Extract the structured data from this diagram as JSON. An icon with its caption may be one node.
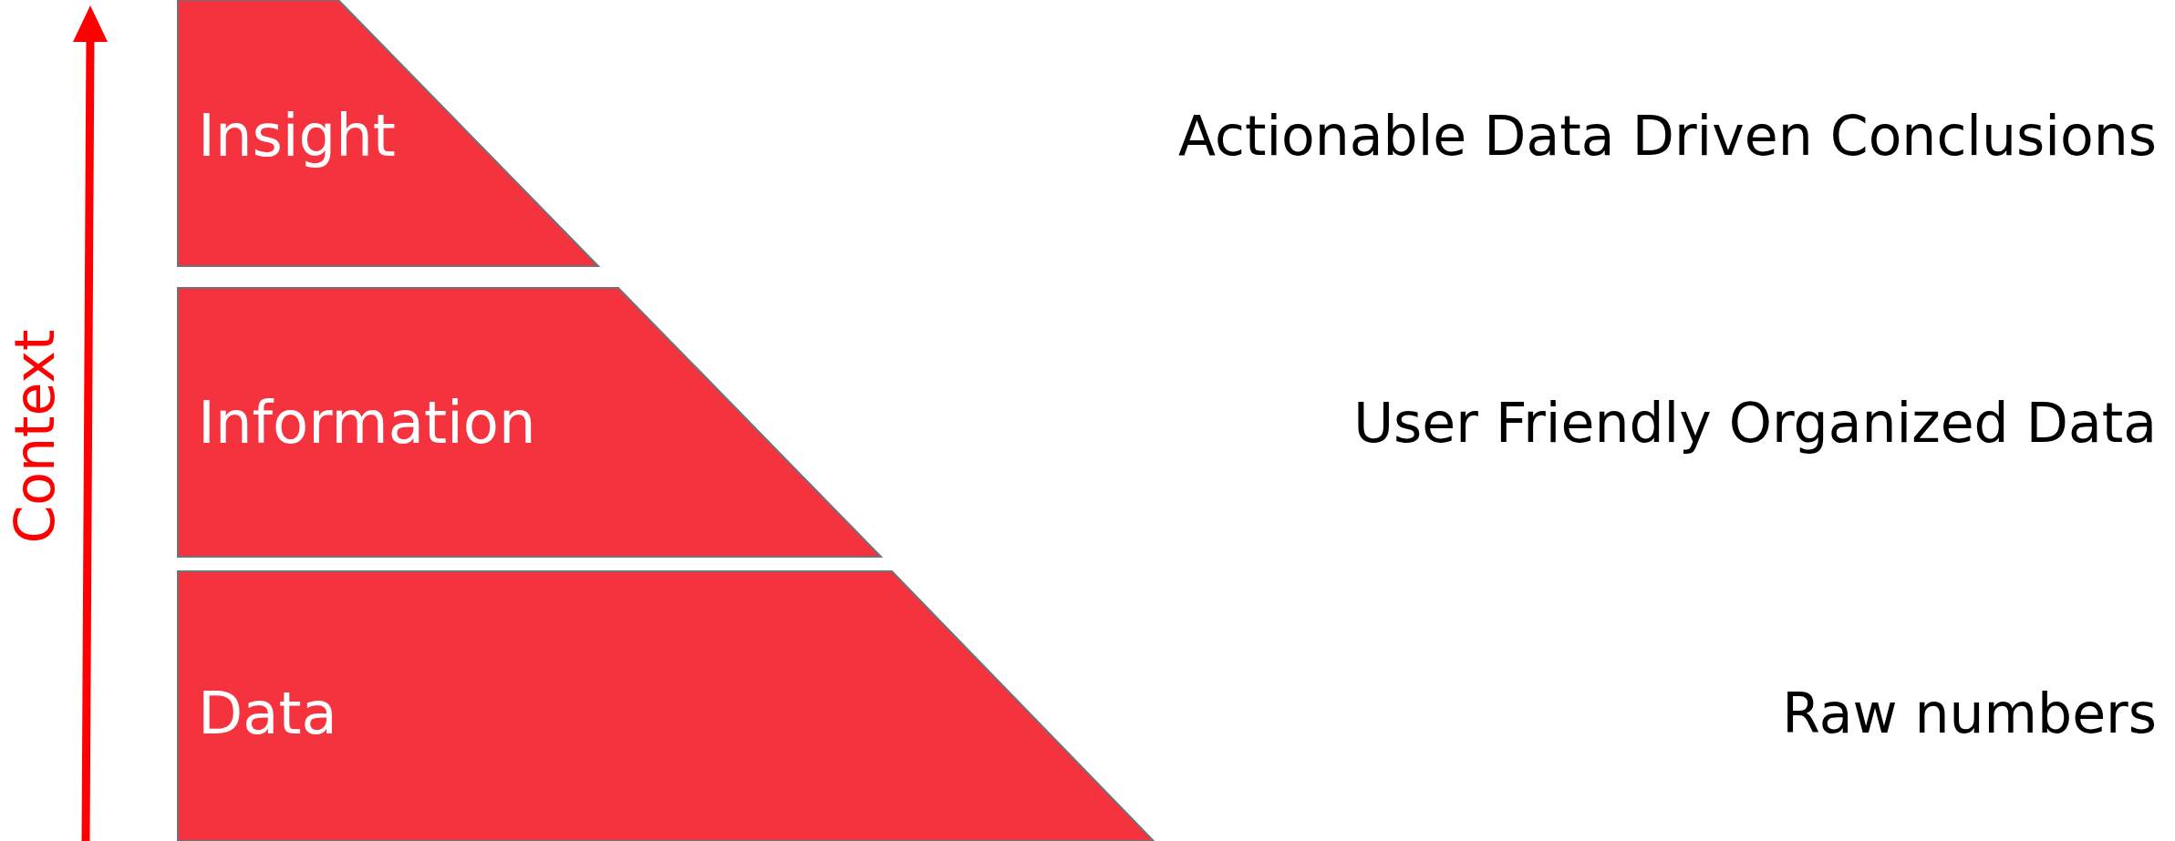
{
  "diagram": {
    "nodes": [
      {
        "text": [
          "Insight"
        ]
      },
      {
        "text": [
          "Information"
        ]
      },
      {
        "text": [
          "Data"
        ]
      }
    ],
    "edges": [],
    "labels": [
      "Context",
      "Actionable Data Driven Conclusions",
      "User Friendly Organized Data",
      "Raw numbers"
    ]
  }
}
